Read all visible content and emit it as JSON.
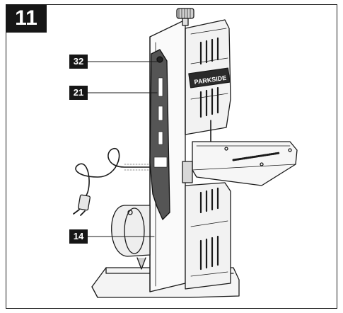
{
  "step_number": "11",
  "callouts": [
    {
      "label": "32"
    },
    {
      "label": "21"
    },
    {
      "label": "14"
    }
  ],
  "brand_text": "PARKSIDE",
  "colors": {
    "badge_bg": "#161616",
    "badge_text": "#ffffff",
    "line": "#1a1a1a",
    "part_fill": "#555555"
  }
}
